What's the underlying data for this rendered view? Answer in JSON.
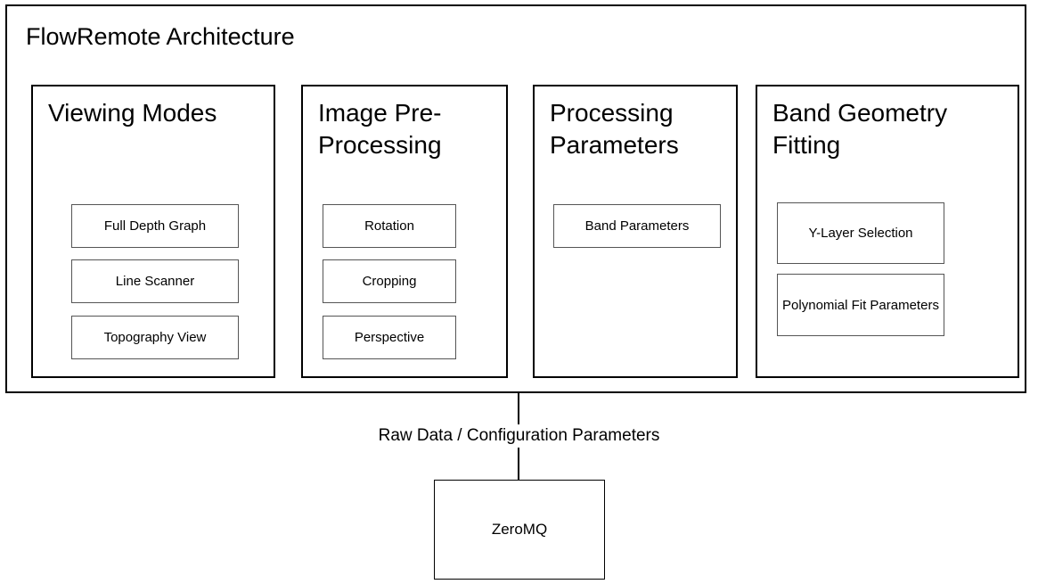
{
  "diagram": {
    "title": "FlowRemote Architecture",
    "groups": [
      {
        "title": "Viewing Modes",
        "items": [
          {
            "label": "Full Depth Graph"
          },
          {
            "label": "Line Scanner"
          },
          {
            "label": "Topography View"
          }
        ]
      },
      {
        "title": "Image Pre-Processing",
        "items": [
          {
            "label": "Rotation"
          },
          {
            "label": "Cropping"
          },
          {
            "label": "Perspective"
          }
        ]
      },
      {
        "title": "Processing Parameters",
        "items": [
          {
            "label": "Band Parameters"
          }
        ]
      },
      {
        "title": "Band Geometry Fitting",
        "items": [
          {
            "label": "Y-Layer Selection"
          },
          {
            "label": "Polynomial Fit Parameters"
          }
        ]
      }
    ],
    "connector": {
      "label": "Raw Data / Configuration Parameters"
    },
    "external_node": {
      "label": "ZeroMQ"
    },
    "colors": {
      "background": "#ffffff",
      "stroke": "#000000",
      "item_stroke": "#555555",
      "text": "#000000"
    }
  }
}
